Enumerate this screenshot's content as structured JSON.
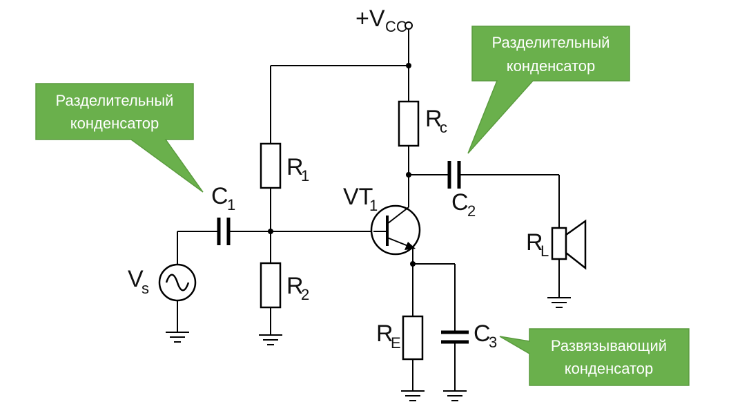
{
  "supply": {
    "label": "+V",
    "sub": "CC"
  },
  "components": {
    "r1": {
      "label": "R",
      "sub": "1"
    },
    "r2": {
      "label": "R",
      "sub": "2"
    },
    "rc": {
      "label": "R",
      "sub": "c"
    },
    "re": {
      "label": "R",
      "sub": "E"
    },
    "rl": {
      "label": "R",
      "sub": "L"
    },
    "c1": {
      "label": "C",
      "sub": "1"
    },
    "c2": {
      "label": "C",
      "sub": "2"
    },
    "c3": {
      "label": "C",
      "sub": "3"
    },
    "vt1": {
      "label": "VT",
      "sub": "1"
    },
    "vs": {
      "label": "V",
      "sub": "s"
    }
  },
  "callouts": {
    "input_coupling": {
      "line1": "Разделительный",
      "line2": "конденсатор"
    },
    "output_coupling": {
      "line1": "Разделительный",
      "line2": "конденсатор"
    },
    "bypass": {
      "line1": "Развязывающий",
      "line2": "конденсатор"
    }
  },
  "colors": {
    "callout_fill": "#6ab04c",
    "callout_text": "#ffffff",
    "wire": "#000000"
  }
}
